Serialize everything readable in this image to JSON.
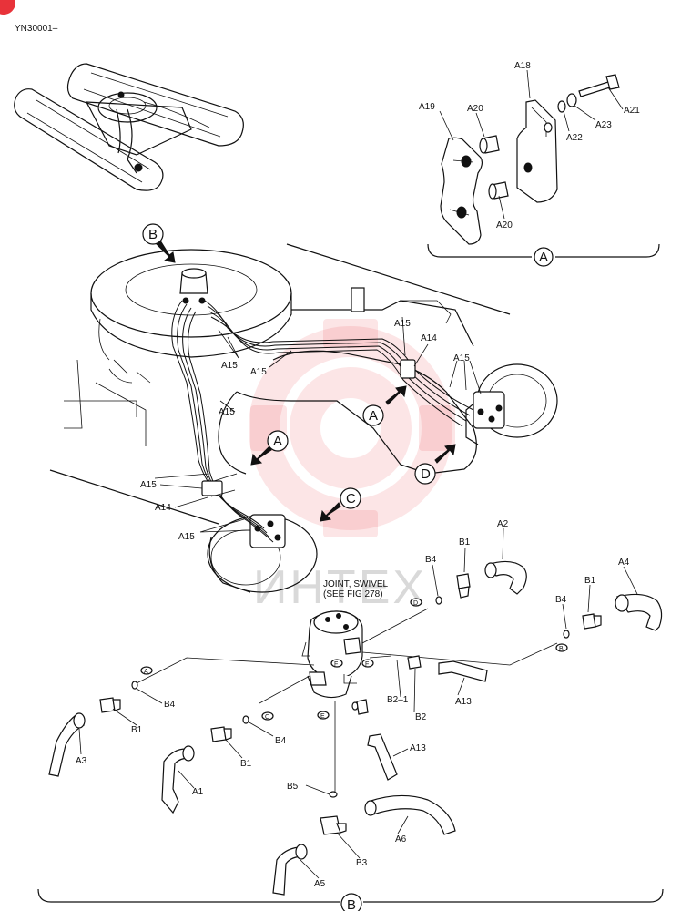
{
  "header": {
    "doc_code": "YN30001–"
  },
  "watermark": {
    "text": "ИНТЕХ",
    "color": "#e8333a"
  },
  "callouts": {
    "detail_a": "A",
    "detail_b": "B",
    "view_a": "A",
    "view_b": "B",
    "view_c": "C",
    "view_d": "D",
    "view_a2": "A"
  },
  "detail_a_labels": {
    "a18": "A18",
    "a19": "A19",
    "a20_top": "A20",
    "a20_bottom": "A20",
    "a21": "A21",
    "a22": "A22",
    "a23": "A23"
  },
  "main_labels": {
    "a15_1": "A15",
    "a15_2": "A15",
    "a15_3": "A15",
    "a15_4": "A15",
    "a15_5": "A15",
    "a15_6": "A15",
    "a15_7": "A15",
    "a14_1": "A14",
    "a14_2": "A14"
  },
  "detail_b": {
    "swivel_label_1": "JOINT, SWIVEL",
    "swivel_label_2": "(SEE FIG 278)",
    "port_a": "A",
    "port_b": "B",
    "port_c": "C",
    "port_d": "D",
    "port_e": "E",
    "port_f1": "F",
    "port_f2": "F",
    "labels": {
      "a1": "A1",
      "a2": "A2",
      "a3": "A3",
      "a4": "A4",
      "a5": "A5",
      "a6": "A6",
      "a13_1": "A13",
      "a13_2": "A13",
      "b1_1": "B1",
      "b1_2": "B1",
      "b1_3": "B1",
      "b1_4": "B1",
      "b2": "B2",
      "b2_1": "B2–1",
      "b3": "B3",
      "b4_1": "B4",
      "b4_2": "B4",
      "b4_3": "B4",
      "b4_4": "B4",
      "b5": "B5"
    }
  }
}
